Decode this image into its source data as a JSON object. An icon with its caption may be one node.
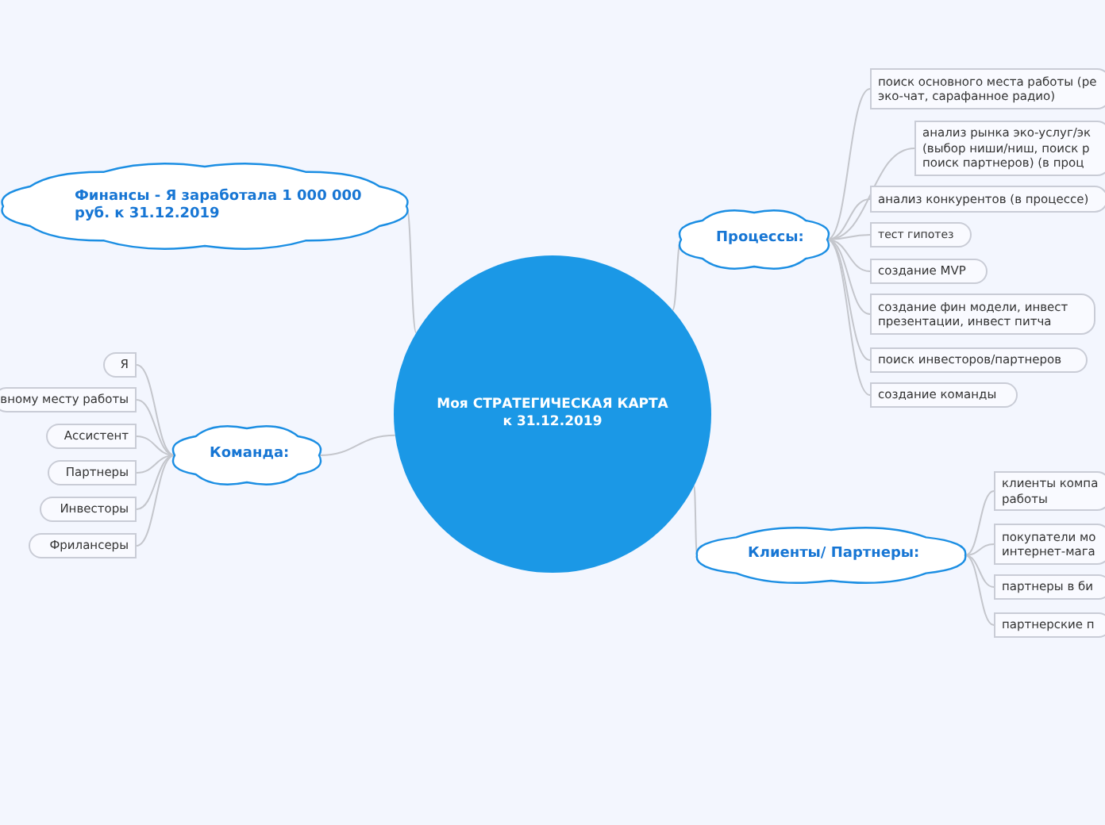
{
  "diagram": {
    "nodes": [
      {
        "text": [
          "Моя СТРАТЕГИЧЕСКАЯ КАРТА к 31.12.2019"
        ]
      },
      {
        "text": [
          "Финансы - Я заработала 1 000 000 руб. к 31.12.2019"
        ]
      },
      {
        "text": [
          "Процессы:"
        ]
      },
      {
        "text": [
          "поиск основного места работы (ре эко-чат, сарафанное радио)"
        ]
      },
      {
        "text": [
          "анализ рынка эко-услуг/эк (выбор ниши/ниш, поиск р поиск партнеров) (в проц"
        ]
      },
      {
        "text": [
          "анализ конкурентов (в процессе)"
        ]
      },
      {
        "text": [
          "тест гипотез"
        ]
      },
      {
        "text": [
          "создание MVP"
        ]
      },
      {
        "text": [
          "создание фин модели, инвест презентации, инвест питча"
        ]
      },
      {
        "text": [
          "поиск инвесторов/партнеров"
        ]
      },
      {
        "text": [
          "создание команды"
        ]
      },
      {
        "text": [
          "Команда:"
        ]
      },
      {
        "text": [
          "Я"
        ]
      },
      {
        "text": [
          "вному месту работы"
        ]
      },
      {
        "text": [
          "Ассистент"
        ]
      },
      {
        "text": [
          "Партнеры"
        ]
      },
      {
        "text": [
          "Инвесторы"
        ]
      },
      {
        "text": [
          "Фрилансеры"
        ]
      },
      {
        "text": [
          "Клиенты/ Партнеры:"
        ]
      },
      {
        "text": [
          "клиенты компа работы"
        ]
      },
      {
        "text": [
          "покупатели мо интернет-мага"
        ]
      },
      {
        "text": [
          "партнеры в би"
        ]
      },
      {
        "text": [
          "партнерские п"
        ]
      }
    ],
    "edges": [
      {
        "from": 0,
        "to": 1,
        "arrow": "none"
      },
      {
        "from": 0,
        "to": 2,
        "arrow": "none"
      },
      {
        "from": 2,
        "to": 3,
        "arrow": "none"
      },
      {
        "from": 2,
        "to": 4,
        "arrow": "none"
      },
      {
        "from": 2,
        "to": 5,
        "arrow": "none"
      },
      {
        "from": 2,
        "to": 6,
        "arrow": "none"
      },
      {
        "from": 2,
        "to": 7,
        "arrow": "none"
      },
      {
        "from": 2,
        "to": 8,
        "arrow": "none"
      },
      {
        "from": 2,
        "to": 9,
        "arrow": "none"
      },
      {
        "from": 2,
        "to": 10,
        "arrow": "none"
      },
      {
        "from": 0,
        "to": 11,
        "arrow": "none"
      },
      {
        "from": 11,
        "to": 12,
        "arrow": "none"
      },
      {
        "from": 11,
        "to": 13,
        "arrow": "none"
      },
      {
        "from": 11,
        "to": 14,
        "arrow": "none"
      },
      {
        "from": 11,
        "to": 15,
        "arrow": "none"
      },
      {
        "from": 11,
        "to": 16,
        "arrow": "none"
      },
      {
        "from": 11,
        "to": 17,
        "arrow": "none"
      },
      {
        "from": 0,
        "to": 18,
        "arrow": "none"
      },
      {
        "from": 18,
        "to": 19,
        "arrow": "none"
      },
      {
        "from": 18,
        "to": 20,
        "arrow": "none"
      },
      {
        "from": 18,
        "to": 21,
        "arrow": "none"
      },
      {
        "from": 18,
        "to": 22,
        "arrow": "none"
      }
    ]
  }
}
